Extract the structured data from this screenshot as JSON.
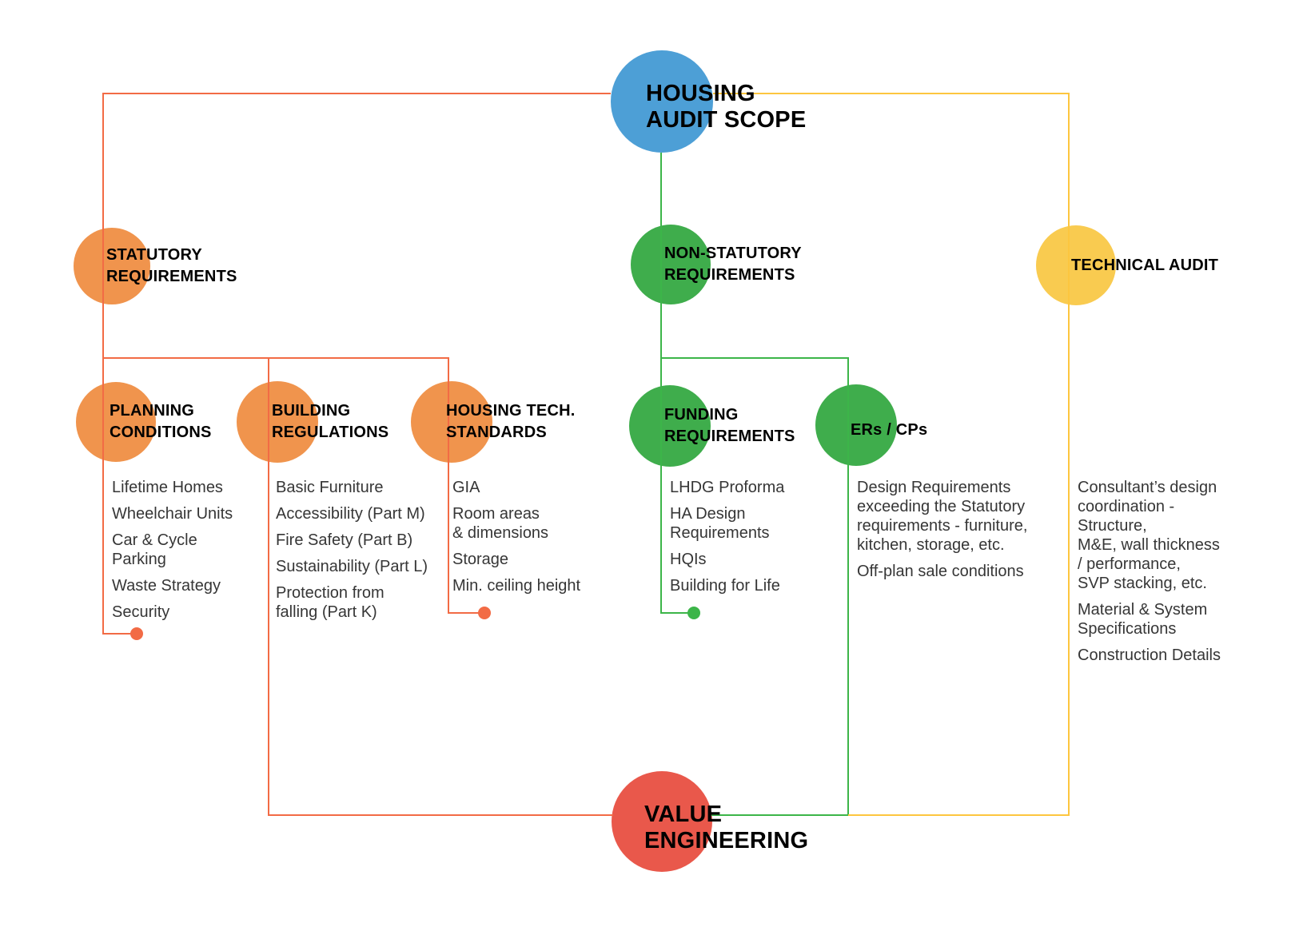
{
  "colors": {
    "blue": "#4D9FD6",
    "orange": "#F0944D",
    "orange-line": "#F26B45",
    "green": "#3FAD4C",
    "green-line": "#3CB549",
    "yellow": "#F9CB50",
    "yellow-line": "#FDC63F",
    "red": "#E9584B",
    "heading-text": "#000000",
    "list-text": "#363636"
  },
  "nodes": {
    "scope": {
      "label": [
        "HOUSING",
        "AUDIT SCOPE"
      ]
    },
    "statutory": {
      "label": [
        "STATUTORY",
        "REQUIREMENTS"
      ]
    },
    "non_statutory": {
      "label": [
        "NON-STATUTORY",
        "REQUIREMENTS"
      ]
    },
    "technical": {
      "label": [
        "TECHNICAL AUDIT"
      ]
    },
    "planning": {
      "label": [
        "PLANNING",
        "CONDITIONS"
      ]
    },
    "building": {
      "label": [
        "BUILDING",
        "REGULATIONS"
      ]
    },
    "housing_tech": {
      "label": [
        "HOUSING TECH.",
        "STANDARDS"
      ]
    },
    "funding": {
      "label": [
        "FUNDING",
        "REQUIREMENTS"
      ]
    },
    "ers_cps": {
      "label": [
        "ERs / CPs"
      ]
    },
    "value_engineering": {
      "label": [
        "VALUE",
        "ENGINEERING"
      ]
    }
  },
  "lists": {
    "planning": {
      "items": [
        [
          "Lifetime Homes"
        ],
        [
          "Wheelchair Units"
        ],
        [
          "Car & Cycle",
          "Parking"
        ],
        [
          "Waste Strategy"
        ],
        [
          "Security"
        ]
      ]
    },
    "building": {
      "items": [
        [
          "Basic Furniture"
        ],
        [
          "Accessibility (Part M)"
        ],
        [
          "Fire Safety (Part B)"
        ],
        [
          "Sustainability (Part L)"
        ],
        [
          "Protection from",
          "falling (Part K)"
        ]
      ]
    },
    "housing_tech": {
      "items": [
        [
          "GIA"
        ],
        [
          "Room areas",
          "& dimensions"
        ],
        [
          "Storage"
        ],
        [
          "Min. ceiling height"
        ]
      ]
    },
    "funding": {
      "items": [
        [
          "LHDG Proforma"
        ],
        [
          "HA Design",
          "Requirements"
        ],
        [
          "HQIs"
        ],
        [
          "Building for Life"
        ]
      ]
    },
    "ers_cps": {
      "items": [
        [
          "Design Requirements",
          "exceeding the Statutory",
          "requirements - furniture,",
          "kitchen, storage, etc."
        ],
        [
          "Off-plan sale conditions"
        ]
      ]
    },
    "technical": {
      "items": [
        [
          "Consultant’s design",
          "coordination -",
          "Structure,",
          "M&E, wall thickness",
          "/ performance,",
          "SVP stacking, etc."
        ],
        [
          "Material & System",
          "Specifications"
        ],
        [
          "Construction Details"
        ]
      ]
    }
  }
}
